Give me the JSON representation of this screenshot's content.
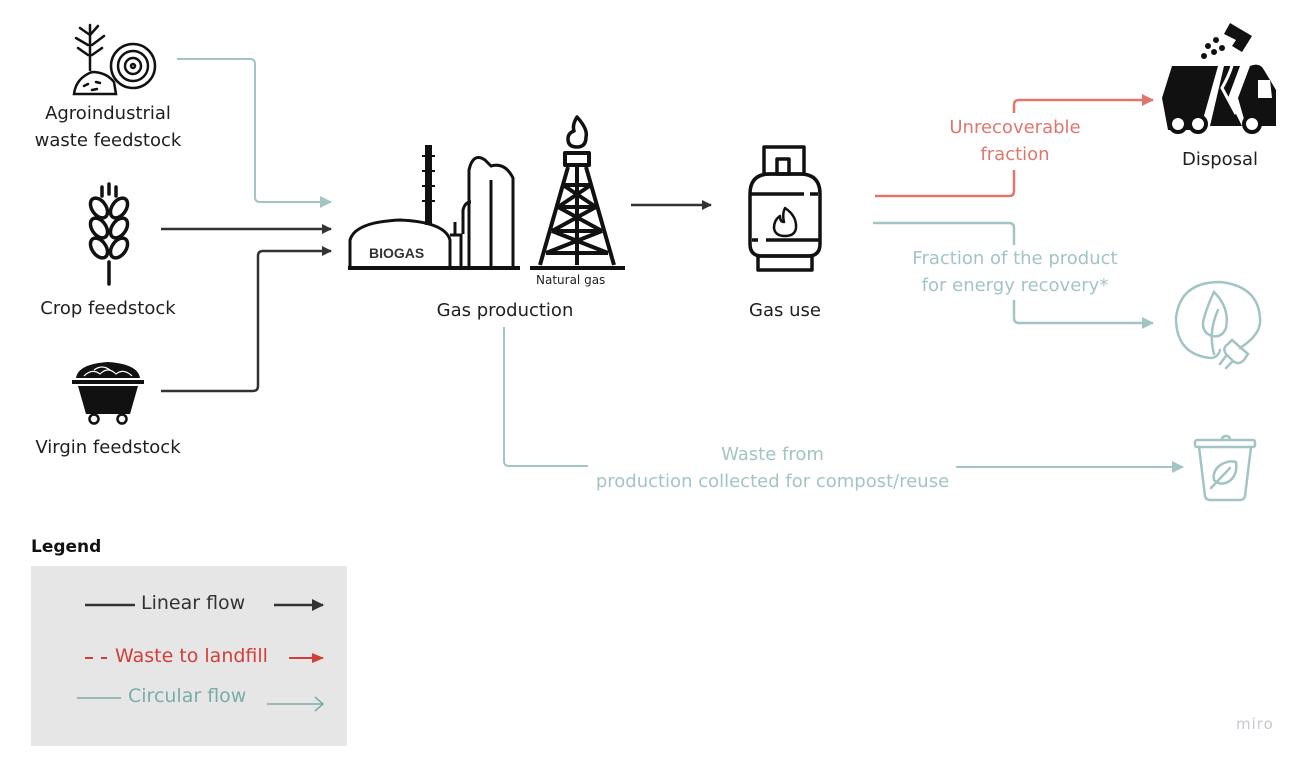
{
  "colors": {
    "linear": "#333333",
    "landfill": "#e0776f",
    "circular": "#a3c4c4",
    "legend_bg": "#e6e6e6",
    "legend_landfill_text": "#d0403a",
    "legend_circular_text": "#7aacac"
  },
  "nodes": {
    "agro": {
      "label_line1": "Agroindustrial",
      "label_line2": "waste feedstock",
      "icon": "agro-waste-icon"
    },
    "crop": {
      "label": "Crop feedstock",
      "icon": "wheat-icon"
    },
    "virgin": {
      "label": "Virgin feedstock",
      "icon": "coal-cart-icon"
    },
    "gas_production": {
      "label": "Gas production",
      "biogas_text": "BIOGAS",
      "natural_gas_text": "Natural gas",
      "icons": [
        "biogas-plant-icon",
        "oil-derrick-icon"
      ]
    },
    "gas_use": {
      "label": "Gas use",
      "icon": "gas-cylinder-icon"
    },
    "disposal": {
      "label": "Disposal",
      "icon": "garbage-truck-icon"
    },
    "energy_recovery": {
      "icon": "leaf-plug-icon"
    },
    "compost": {
      "icon": "compost-bin-icon"
    }
  },
  "flows": {
    "unrecoverable": {
      "line1": "Unrecoverable",
      "line2": "fraction",
      "type": "landfill"
    },
    "energy": {
      "line1": "Fraction of the product",
      "line2": "for energy recovery*",
      "type": "circular"
    },
    "compost": {
      "line1": "Waste from",
      "line2": "production collected for compost/reuse",
      "type": "circular"
    }
  },
  "legend": {
    "title": "Legend",
    "items": [
      {
        "label": "Linear flow",
        "type": "linear"
      },
      {
        "label": "Waste to landfill",
        "type": "landfill"
      },
      {
        "label": "Circular flow",
        "type": "circular"
      }
    ]
  },
  "watermark": "miro"
}
